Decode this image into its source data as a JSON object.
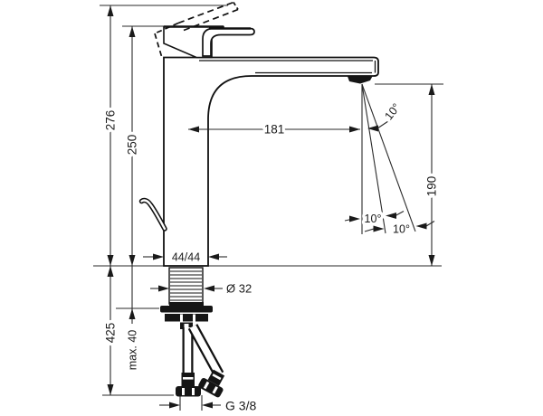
{
  "drawing": {
    "type": "technical-dimension-drawing",
    "subject": "single-hole basin mixer faucet, side view with mounting hoses",
    "line_color": "#1a1a1a",
    "background": "#ffffff"
  },
  "labels": {
    "overall_height": "276",
    "handle_height": "250",
    "spout_reach": "181",
    "spout_height": "190",
    "angle_spout": "10°",
    "angle_stream_left": "10°",
    "angle_stream_right": "10°",
    "body_width": "44/44",
    "shank_diameter": "Ø 32",
    "install_depth": "425",
    "max_thickness": "max. 40",
    "thread": "G 3/8"
  }
}
